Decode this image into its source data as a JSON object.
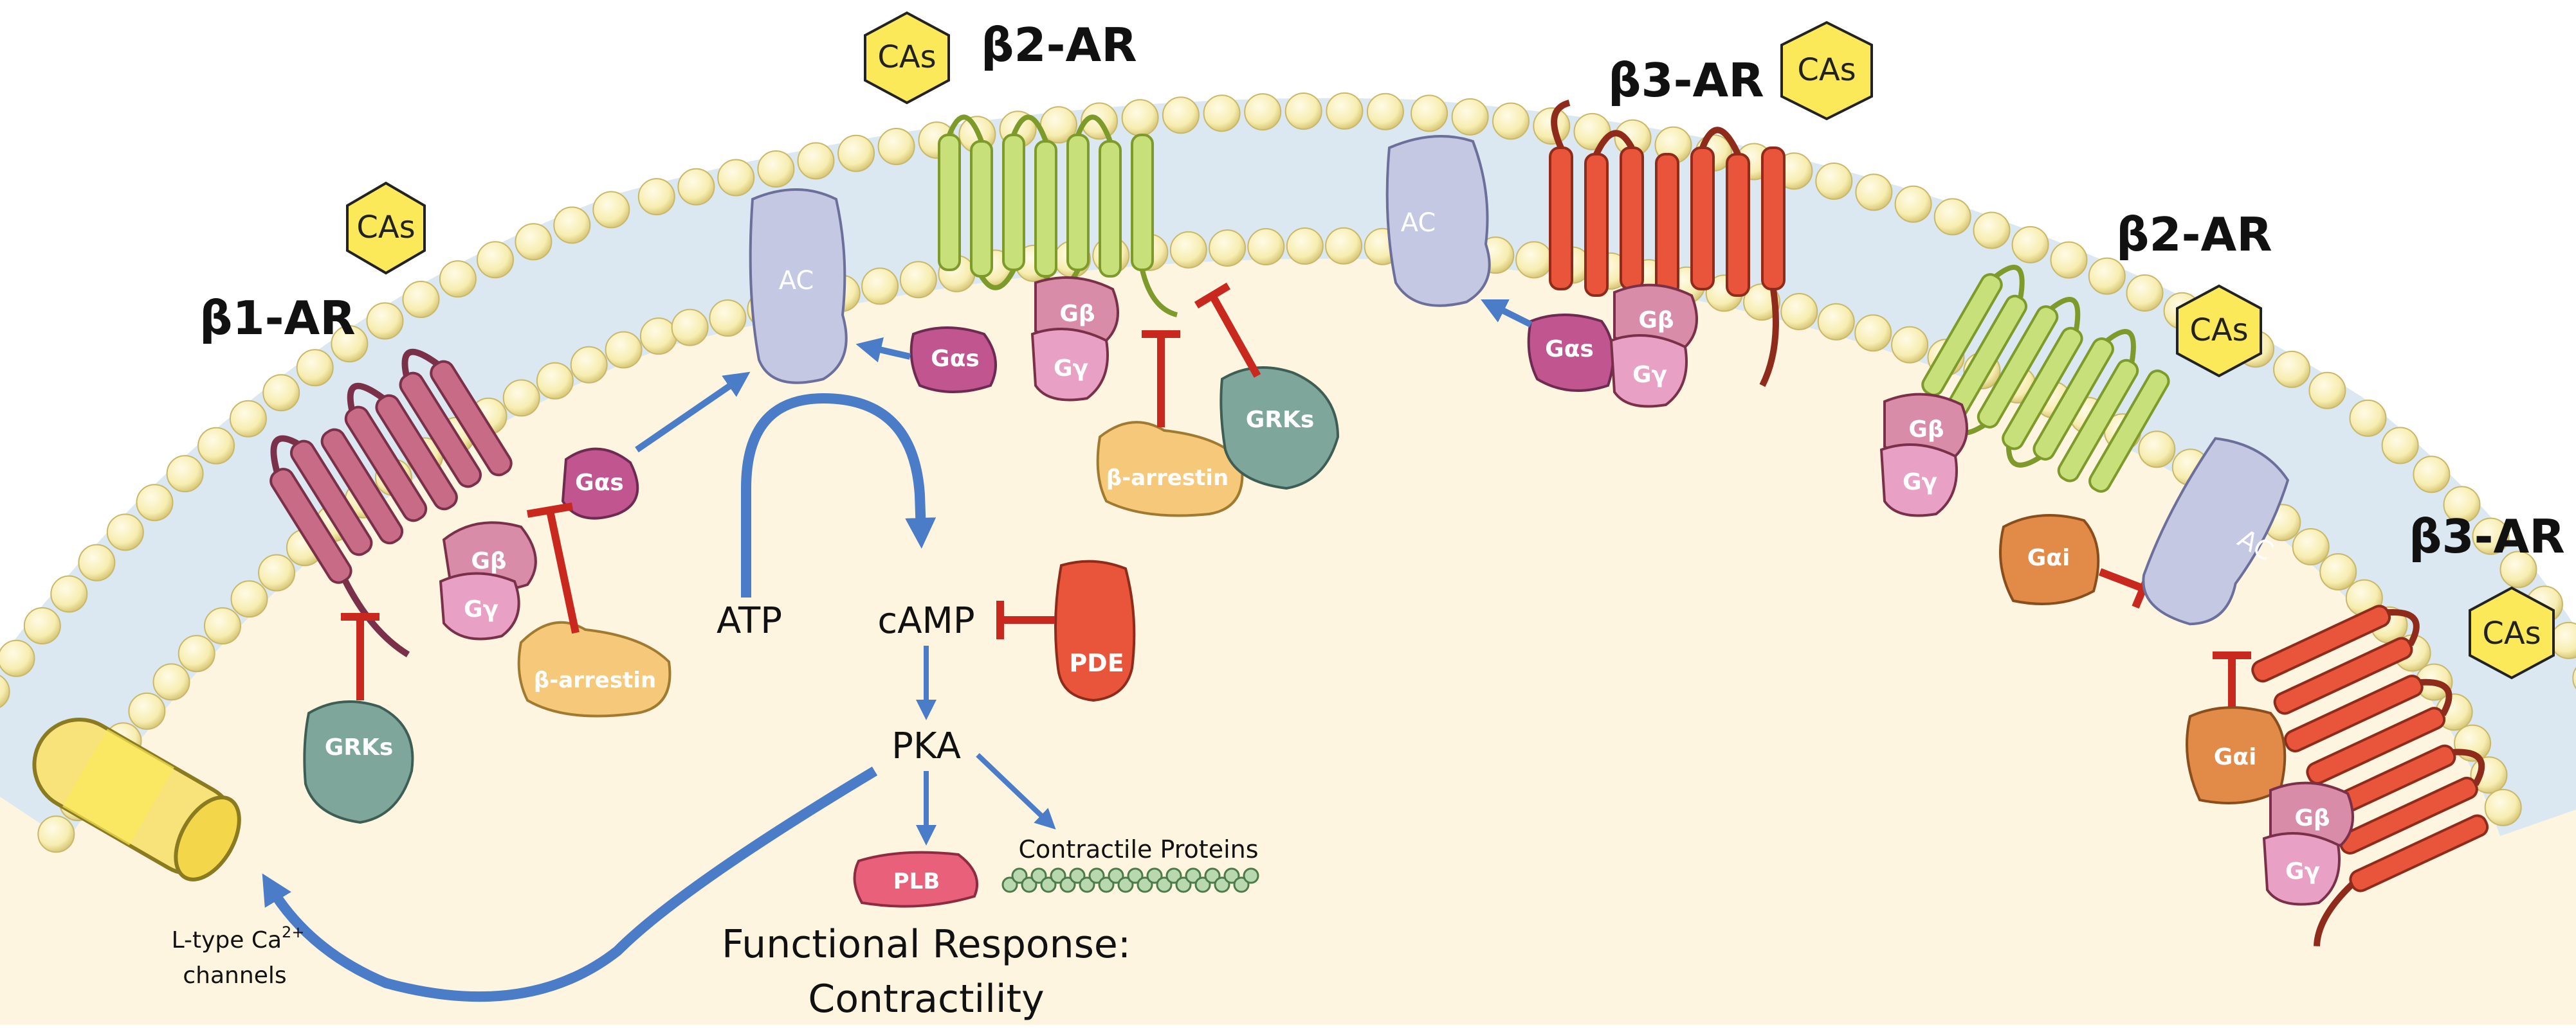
{
  "receptors": {
    "b1": {
      "label": "β1-AR",
      "ligand": "CAs"
    },
    "b2_top": {
      "label": "β2-AR",
      "ligand": "CAs"
    },
    "b3_top": {
      "label": "β3-AR",
      "ligand": "CAs"
    },
    "b2_right": {
      "label": "β2-AR",
      "ligand": "CAs"
    },
    "b3_right": {
      "label": "β3-AR",
      "ligand": "CAs"
    }
  },
  "proteins": {
    "ac": "AC",
    "gas": "Gαs",
    "gai": "Gαi",
    "gb": "Gβ",
    "gy": "Gγ",
    "arrestin": "β-arrestin",
    "grks": "GRKs",
    "pde": "PDE",
    "plb": "PLB"
  },
  "pathway": {
    "atp": "ATP",
    "camp": "cAMP",
    "pka": "PKA",
    "contractile": "Contractile Proteins",
    "response_line1": "Functional Response:",
    "response_line2": "Contractility",
    "channel_line1": "L-type Ca",
    "channel_sup": "2+",
    "channel_line2": "channels"
  },
  "colors": {
    "membrane_bead": "#f7edb0",
    "membrane_band": "#dbe8f2",
    "cytoplasm": "#fdf5e0",
    "b1_receptor": "#c86b86",
    "b2_receptor": "#c7e07a",
    "b3_receptor": "#e8553a",
    "ac": "#c4c8e3",
    "gas": "#c0558f",
    "gb": "#d98ca8",
    "gy": "#e8a0c4",
    "gai": "#e28a47",
    "arrestin": "#f5c979",
    "grks": "#7fa69a",
    "pde": "#e8553a",
    "plb": "#e8607a",
    "inhibit": "#c8281e",
    "activate": "#4a7cc7"
  }
}
